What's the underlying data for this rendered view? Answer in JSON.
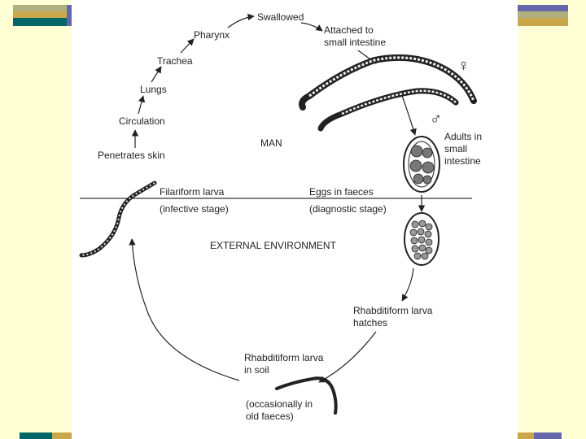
{
  "colors": {
    "background": "#FFFFD6",
    "accent_teal": "#006666",
    "accent_gold": "#C8A84B",
    "accent_purple": "#6666AA",
    "accent_olive": "#B0B080"
  },
  "diagram": {
    "man_label": "MAN",
    "external_label": "EXTERNAL ENVIRONMENT",
    "female_symbol": "♀",
    "male_symbol": "♂",
    "steps": {
      "penetrates_skin": "Penetrates skin",
      "circulation": "Circulation",
      "lungs": "Lungs",
      "trachea": "Trachea",
      "pharynx": "Pharynx",
      "swallowed": "Swallowed",
      "attached": "Attached to\nsmall intestine",
      "adults": "Adults in\nsmall\nintestine",
      "filariform": "Filariform larva",
      "infective": "(infective stage)",
      "eggs": "Eggs in faeces",
      "diagnostic": "(diagnostic stage)",
      "rhabditiform_hatches": "Rhabditiform larva\nhatches",
      "rhabditiform_soil": "Rhabditiform larva\nin soil",
      "occasionally": "(occasionally in\nold faeces)"
    }
  }
}
